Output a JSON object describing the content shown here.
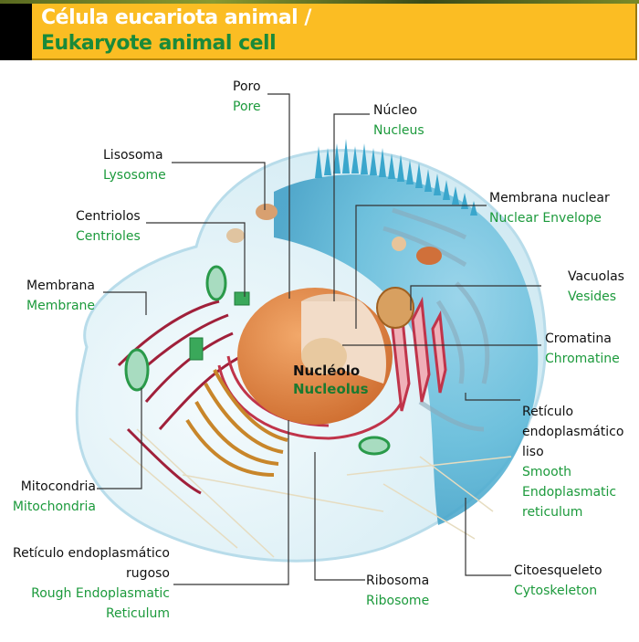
{
  "title": {
    "line1": "Célula eucariota animal /",
    "line2": "Eukaryote animal cell"
  },
  "colors": {
    "title_bg": "#fbbd23",
    "title_es": "#ffffff",
    "title_en": "#1a8a3a",
    "label_es": "#111111",
    "label_en": "#1c9a3c",
    "nucleus": "#e0874a",
    "cytoplasm": "#5bb8d8",
    "mitochondria": "#3aa85a",
    "er": "#c0344a"
  },
  "labels": {
    "pore": {
      "es": "Poro",
      "en": "Pore"
    },
    "nucleus": {
      "es": "Núcleo",
      "en": "Nucleus"
    },
    "lysosome": {
      "es": "Lisosoma",
      "en": "Lysosome"
    },
    "nuclear_envelope": {
      "es": "Membrana nuclear",
      "en": "Nuclear Envelope"
    },
    "centrioles": {
      "es": "Centriolos",
      "en": "Centrioles"
    },
    "membrane": {
      "es": "Membrana",
      "en": "Membrane"
    },
    "vesicles": {
      "es": "Vacuolas",
      "en": "Vesides"
    },
    "chromatin": {
      "es": "Cromatina",
      "en": "Chromatine"
    },
    "nucleolus": {
      "es": "Nucléolo",
      "en": "Nucleolus"
    },
    "smooth_er": {
      "es1": "Retículo",
      "es2": "endoplasmático",
      "es3": "liso",
      "en1": "Smooth",
      "en2": "Endoplasmatic",
      "en3": "reticulum"
    },
    "mitochondria": {
      "es": "Mitocondria",
      "en": "Mitochondria"
    },
    "rough_er": {
      "es1": "Retículo endoplasmático",
      "es2": "rugoso",
      "en1": "Rough Endoplasmatic",
      "en2": "Reticulum"
    },
    "ribosome": {
      "es": "Ribosoma",
      "en": "Ribosome"
    },
    "cytoskeleton": {
      "es": "Citoesqueleto",
      "en": "Cytoskeleton"
    }
  }
}
